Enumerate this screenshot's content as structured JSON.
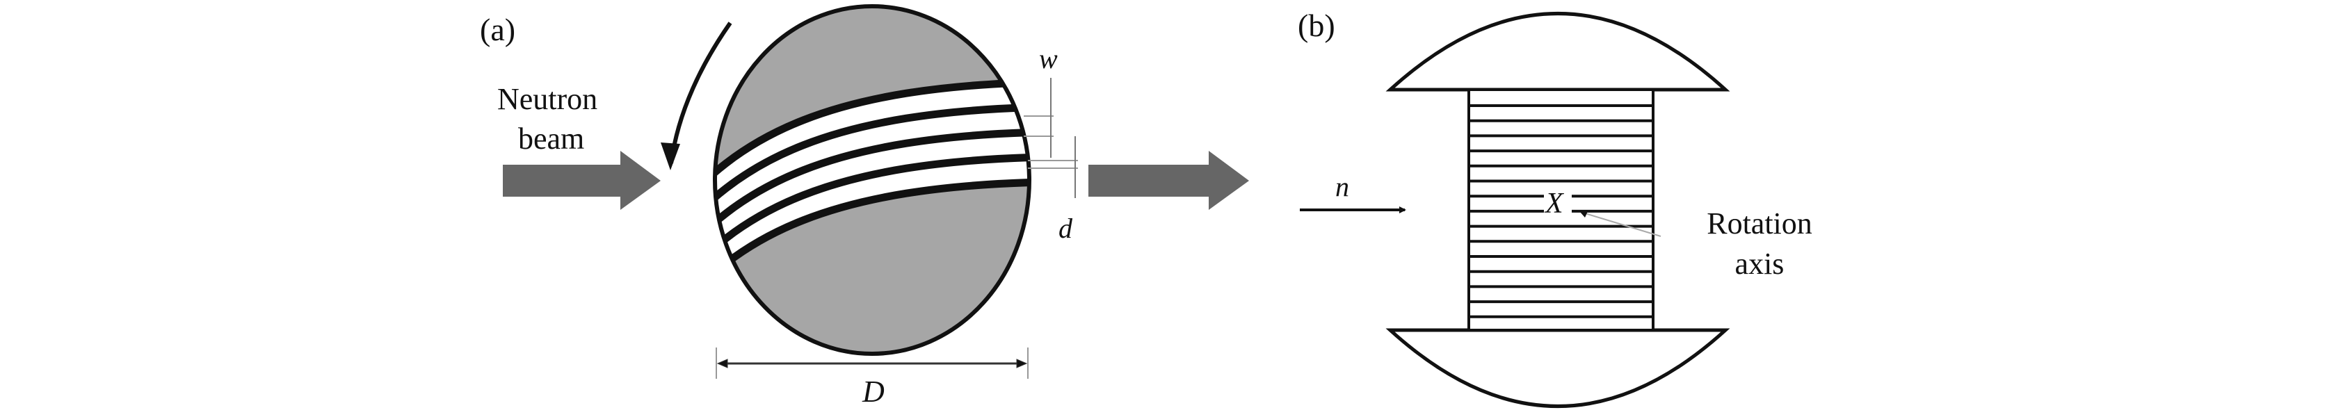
{
  "panel_a": {
    "label": "(a)",
    "beam_label_line1": "Neutron",
    "beam_label_line2": "beam",
    "w_label": "w",
    "d_label": "d",
    "D_label": "D",
    "colors": {
      "disk": "#a6a6a6",
      "arrow": "#666666",
      "stroke": "#111111"
    }
  },
  "panel_b": {
    "label": "(b)",
    "n_label": "n",
    "x_label": "X",
    "axis_label_line1": "Rotation",
    "axis_label_line2": "axis"
  }
}
